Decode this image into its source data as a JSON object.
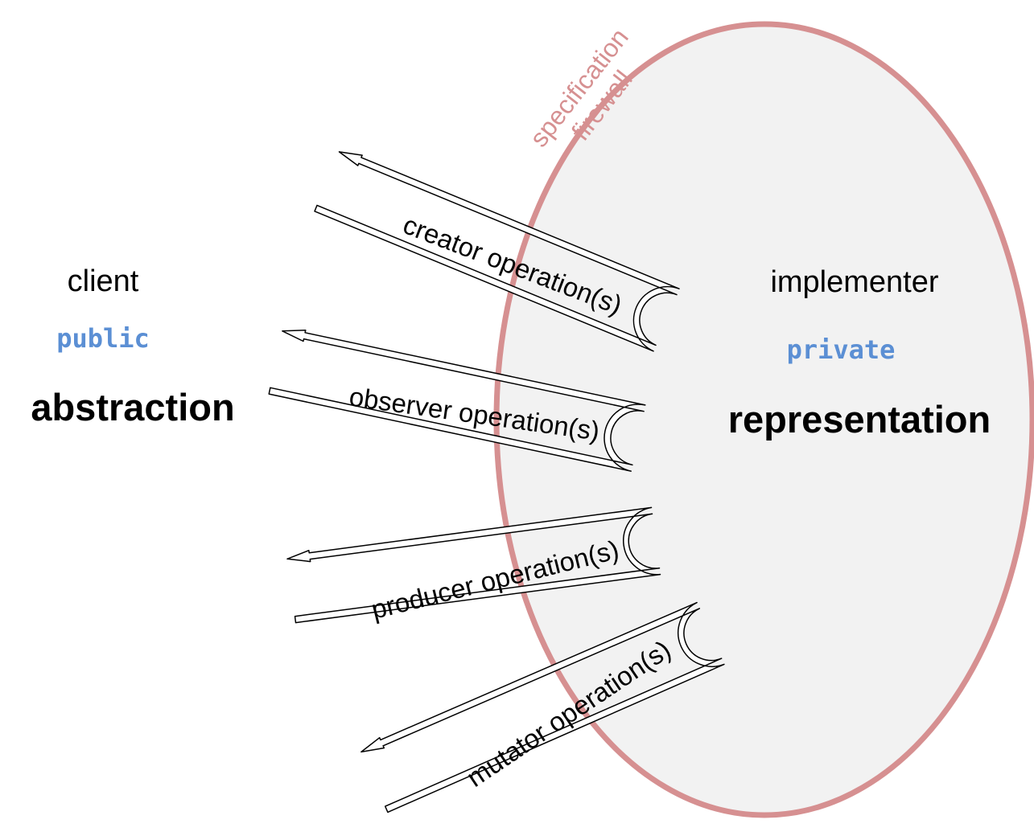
{
  "client_side": {
    "role": "client",
    "visibility": "public",
    "concept": "abstraction"
  },
  "implementer_side": {
    "role": "implementer",
    "visibility": "private",
    "concept": "representation"
  },
  "firewall": {
    "line1": "specification",
    "line2": "firewall"
  },
  "operations": [
    {
      "label": "creator operation(s)"
    },
    {
      "label": "observer operation(s)"
    },
    {
      "label": "producer operation(s)"
    },
    {
      "label": "mutator operation(s)"
    }
  ],
  "colors": {
    "firewall_stroke": "#d69091",
    "firewall_fill": "#f2f2f2",
    "keyword": "#5b8fd4",
    "text": "#000000"
  }
}
